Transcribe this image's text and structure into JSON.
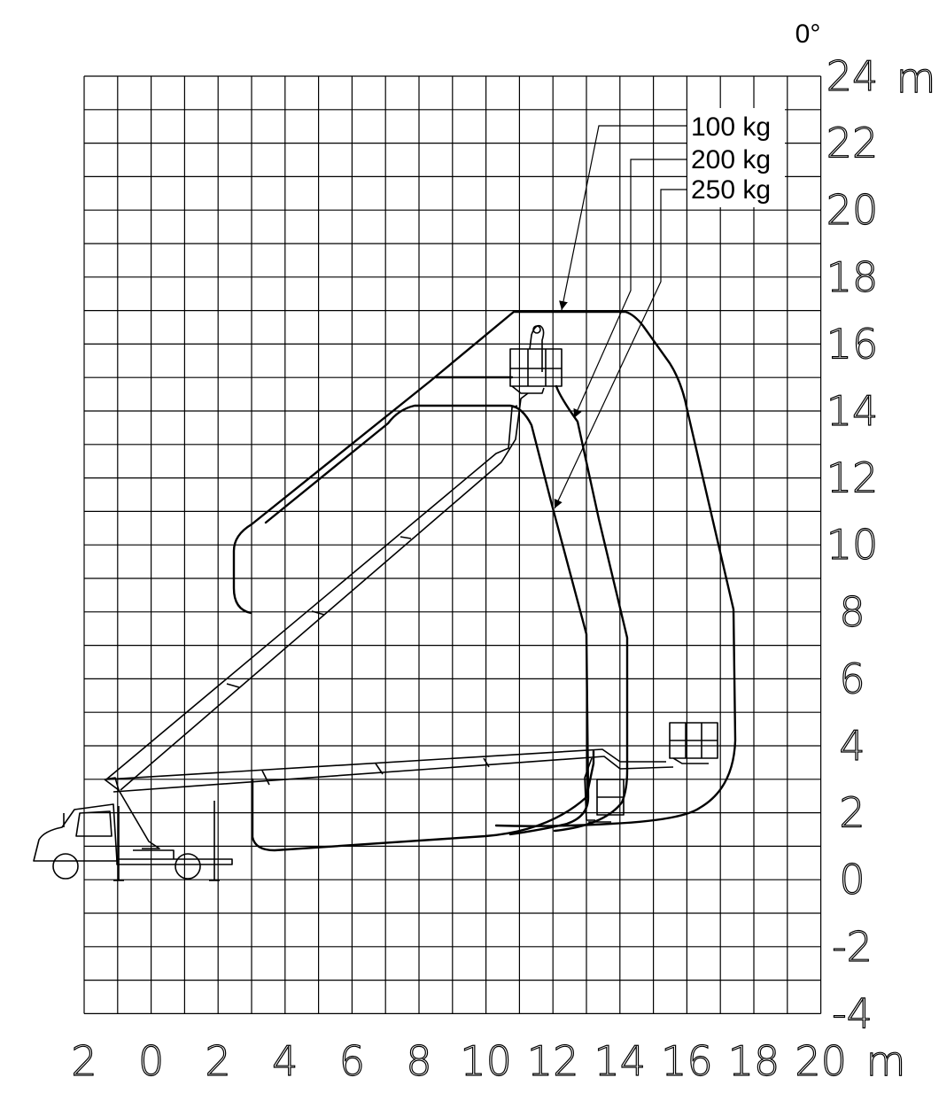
{
  "diagram": {
    "angle_label": "0°",
    "x_axis": {
      "ticks": [
        "2",
        "0",
        "2",
        "4",
        "6",
        "8",
        "10",
        "12",
        "14",
        "16",
        "18",
        "20"
      ],
      "unit": "m"
    },
    "y_axis": {
      "ticks": [
        "24",
        "22",
        "20",
        "18",
        "16",
        "14",
        "12",
        "10",
        "8",
        "6",
        "4",
        "2",
        "0",
        "-2",
        "-4"
      ],
      "unit": "m"
    },
    "loads": [
      "100 kg",
      "200 kg",
      "250 kg"
    ]
  }
}
